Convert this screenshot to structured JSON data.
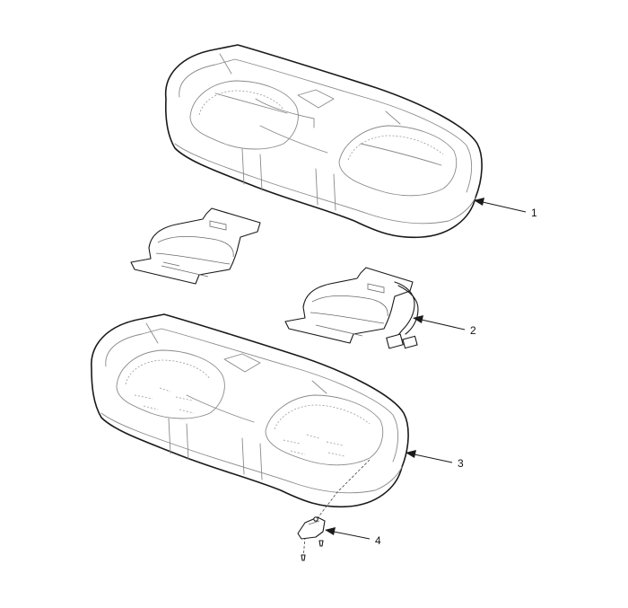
{
  "callouts": {
    "seat_cushion_cover": "1",
    "heater_pad": "2",
    "seat_cushion_pad": "3",
    "connector_bracket": "4"
  }
}
